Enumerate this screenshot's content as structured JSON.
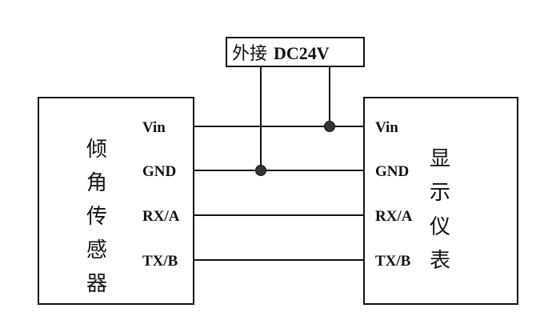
{
  "power_label": {
    "prefix": "外接",
    "value": "DC24V"
  },
  "left_device": {
    "name_chars": [
      "倾",
      "角",
      "传",
      "感",
      "器"
    ],
    "pins": [
      "Vin",
      "GND",
      "RX/A",
      "TX/B"
    ]
  },
  "right_device": {
    "name_chars": [
      "显",
      "示",
      "仪",
      "表"
    ],
    "pins": [
      "Vin",
      "GND",
      "RX/A",
      "TX/B"
    ]
  },
  "connections": [
    {
      "from": "Vin",
      "to": "Vin",
      "junction": "power+"
    },
    {
      "from": "GND",
      "to": "GND",
      "junction": "power-"
    },
    {
      "from": "RX/A",
      "to": "RX/A"
    },
    {
      "from": "TX/B",
      "to": "TX/B"
    }
  ],
  "colors": {
    "line": "#111111",
    "junction": "#333333",
    "background": "#ffffff"
  }
}
